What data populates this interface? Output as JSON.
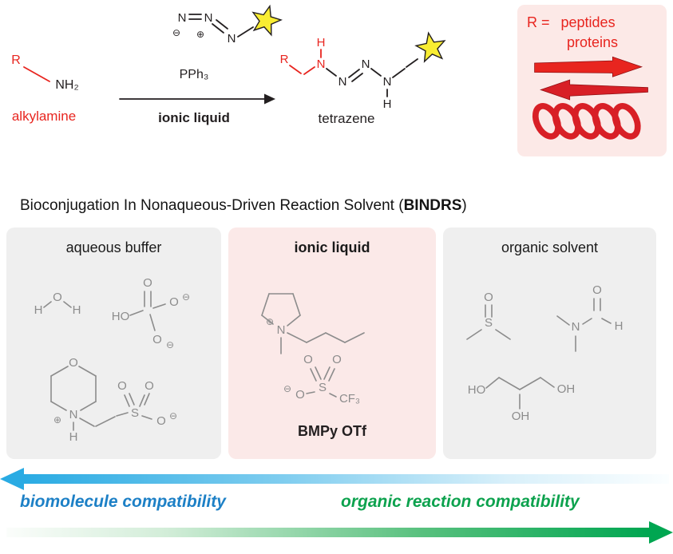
{
  "colors": {
    "red": "#e8251f",
    "black": "#231f20",
    "structure_gray": "#8c8c8c",
    "panel_gray": "#efefef",
    "panel_pink": "#fbe9e8",
    "legend_pink": "#fce9e7",
    "star_yellow": "#f9ed32",
    "blue_text": "#1d80c6",
    "blue_arrow": "#2aabe3",
    "green_text": "#0da24e",
    "green_arrow": "#00a651"
  },
  "scheme": {
    "reactant": {
      "r": "R",
      "group": "NH₂",
      "label": "alkylamine"
    },
    "azide": {
      "n1": "N",
      "n2": "N",
      "n3": "N",
      "minus": "⊖",
      "plus": "⊕"
    },
    "arrow": {
      "above": "PPh₃",
      "below": "ionic liquid"
    },
    "product": {
      "r": "R",
      "h_first": "H",
      "n1": "N",
      "n2": "N",
      "n3": "N",
      "n4": "N",
      "h_last": "H",
      "label": "tetrazene"
    },
    "legend": {
      "r_eq": "R =",
      "word1": "peptides",
      "word2": "proteins"
    }
  },
  "title": {
    "pre": "Bioconjugation In Nonaqueous-Driven Reaction Solvent (",
    "bold": "BINDRS",
    "post": ")"
  },
  "panels": {
    "aqueous": {
      "header": "aqueous buffer",
      "water": {
        "o": "O",
        "h1": "H",
        "h2": "H"
      },
      "phosphate": {
        "o_top": "O",
        "ho": "HO",
        "o_right": "O",
        "minus_right": "⊖",
        "o_bottom": "O",
        "minus_bottom": "⊖"
      },
      "mes": {
        "o": "O",
        "n": "N",
        "plus": "⊕",
        "h": "H",
        "s": "S",
        "o1": "O",
        "o2": "O",
        "o3": "O",
        "minus": "⊖"
      }
    },
    "ionic": {
      "header": "ionic liquid",
      "pyrrolidinium": {
        "n": "N",
        "plus": "⊕"
      },
      "triflate": {
        "minus": "⊖",
        "o_left": "O",
        "s": "S",
        "o1": "O",
        "o2": "O",
        "cf3": "CF₃"
      },
      "caption": "BMPy OTf"
    },
    "organic": {
      "header": "organic solvent",
      "dmso": {
        "o": "O",
        "s": "S"
      },
      "dmf": {
        "o": "O",
        "n": "N",
        "h": "H"
      },
      "glycerol": {
        "ho": "HO",
        "oh_mid": "OH",
        "oh_right": "OH"
      }
    }
  },
  "axes": {
    "left_label": "biomolecule compatibility",
    "right_label": "organic reaction compatibility"
  }
}
